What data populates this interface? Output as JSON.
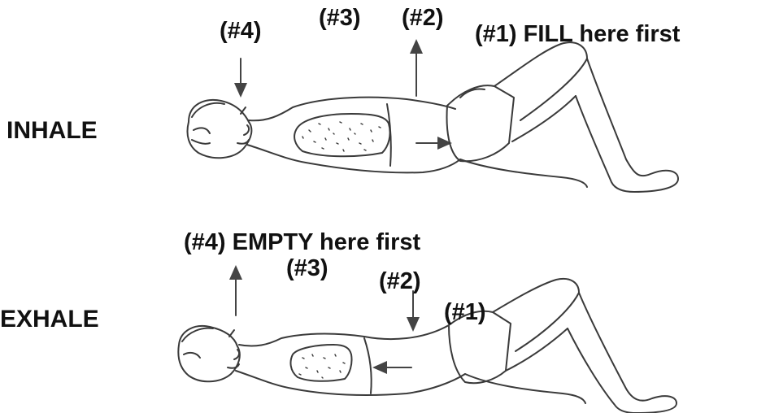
{
  "inhale": {
    "phase_label": "INHALE",
    "step4": "(#4)",
    "step3": "(#3)",
    "step2": "(#2)",
    "step1": "(#1) FILL here first"
  },
  "exhale": {
    "phase_label": "EXHALE",
    "step4": "(#4) EMPTY here first",
    "step3": "(#3)",
    "step2": "(#2)",
    "step1": "(#1)"
  },
  "colors": {
    "ink": "#111111",
    "sketch": "#3a3a3a",
    "background": "#ffffff"
  }
}
